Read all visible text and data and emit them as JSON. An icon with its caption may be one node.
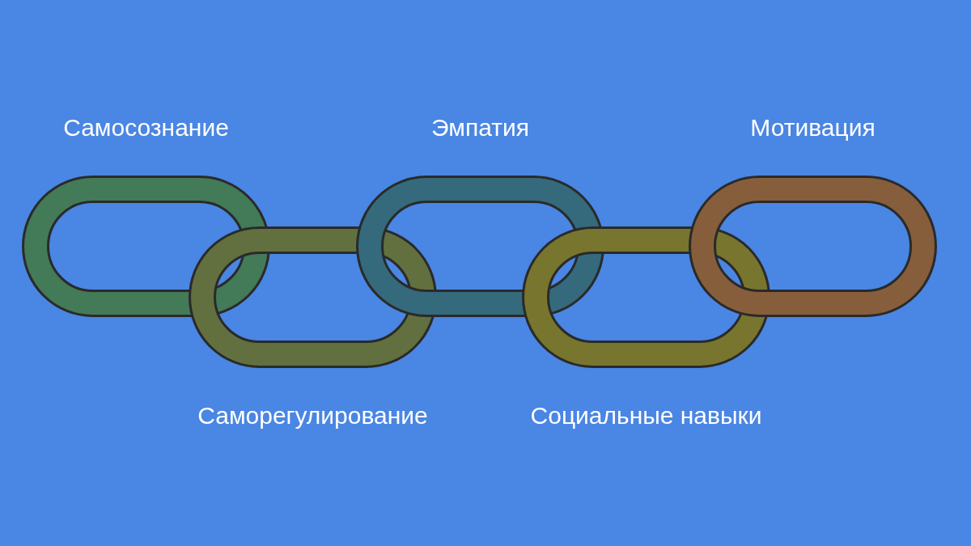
{
  "diagram": {
    "nodes": [
      {
        "text": [
          "Самосознание"
        ]
      },
      {
        "text": [
          "Саморегулирование"
        ]
      },
      {
        "text": [
          "Эмпатия"
        ]
      },
      {
        "text": [
          "Социальные навыки"
        ]
      },
      {
        "text": [
          "Мотивация"
        ]
      }
    ]
  }
}
